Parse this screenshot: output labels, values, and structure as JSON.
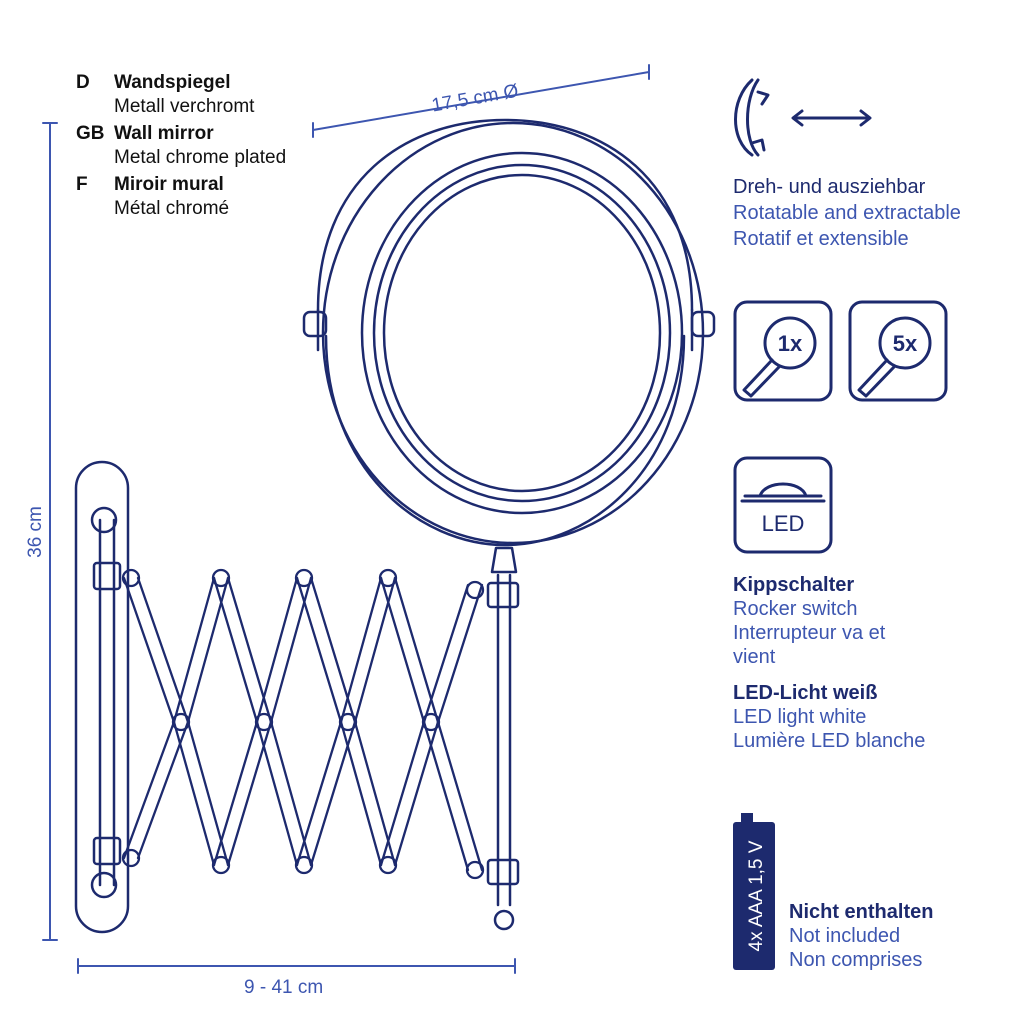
{
  "product_names": [
    {
      "code": "D",
      "title": "Wandspiegel",
      "subtitle": "Metall verchromt"
    },
    {
      "code": "GB",
      "title": "Wall mirror",
      "subtitle": "Metal chrome plated"
    },
    {
      "code": "F",
      "title": "Miroir mural",
      "subtitle": "Métal chromé"
    }
  ],
  "dimensions": {
    "diameter": "17,5 cm Ø",
    "height": "36 cm",
    "extension": "9 - 41 cm"
  },
  "features": {
    "rotation": {
      "icon": "rotate-extend-icon",
      "title": "Dreh- und ausziehbar",
      "lines": [
        "Rotatable and extractable",
        "Rotatif et extensible"
      ]
    },
    "magnification": {
      "icon": "magnifier-icon",
      "levels": [
        "1x",
        "5x"
      ]
    },
    "led": {
      "icon": "led-lamp-icon",
      "label": "LED"
    },
    "switch": {
      "title": "Kippschalter",
      "lines": [
        "Rocker switch",
        "Interrupteur va et",
        "vient"
      ]
    },
    "light": {
      "title": "LED-Licht weiß",
      "lines": [
        "LED light white",
        "Lumière LED blanche"
      ]
    },
    "battery": {
      "icon": "battery-icon",
      "label": "4x AAA 1,5 V",
      "title": "Nicht enthalten",
      "lines": [
        "Not included",
        "Non comprises"
      ]
    }
  },
  "colors": {
    "line": "#1d2a6e",
    "accent": "#3d56b0",
    "text": "#111111"
  }
}
